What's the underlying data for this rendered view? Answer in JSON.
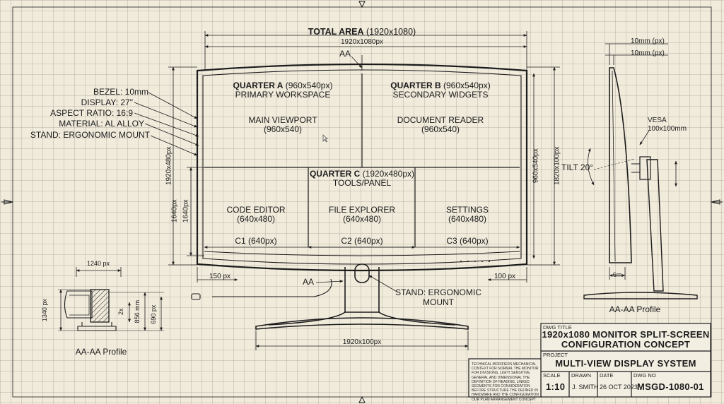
{
  "drawing": {
    "total_area": {
      "bold": "TOTAL AREA",
      "rest": " (1920x1080)"
    },
    "top_width": "1920x1080px",
    "section_marker": "AA",
    "specs": [
      "BEZEL: 10mm",
      "DISPLAY: 27\"",
      "ASPECT RATIO: 16:9",
      "MATERIAL: AL ALLOY",
      "STAND: ERGONOMIC MOUNT"
    ],
    "quarters": {
      "a": {
        "title": "QUARTER A",
        "size": " (960x540px)",
        "subtitle": "PRIMARY WORKSPACE",
        "content": "MAIN VIEWPORT",
        "content_size": "(960x540)"
      },
      "b": {
        "title": "QUARTER B",
        "size": " (960x540px)",
        "subtitle": "SECONDARY WIDGETS",
        "content": "DOCUMENT READER",
        "content_size": "(960x540)"
      },
      "c": {
        "title": "QUARTER C",
        "size": " (1920x480px)",
        "subtitle": "TOOLS/PANEL"
      }
    },
    "panels": [
      {
        "name": "CODE EDITOR",
        "size": "(640x480)",
        "col": "C1 (640px)"
      },
      {
        "name": "FILE EXPLORER",
        "size": "(640x480)",
        "col": "C2 (640px)"
      },
      {
        "name": "SETTINGS",
        "size": "(640x480)",
        "col": "C3 (640px)"
      }
    ],
    "dims": {
      "left_outer": "1920x480px",
      "left_inner_a": "1640px",
      "left_inner_b": "1640px",
      "right_a": "960x540px",
      "right_b": "1820x100px",
      "bottom_left": "150 px",
      "bottom_right": "100 px",
      "base_width": "1920x100px"
    },
    "stand_label": "STAND: ERGONOMIC\nMOUNT",
    "side": {
      "top1": "10mm (px)",
      "top2": "10mm (px)",
      "vesa": "VESA\n100x100mm",
      "tilt": "TILT 20°",
      "foot": "6m",
      "caption": "AA-AA Profile"
    },
    "profile": {
      "width": "1240 px",
      "h1": "1340 px",
      "h2": "2x",
      "h3": "856 mm",
      "h4": "690 px",
      "caption": "AA-AA Profile"
    }
  },
  "title_block": {
    "dwg_title_label": "DWG TITLE",
    "dwg_title": "1920x1080 MONITOR SPLIT-SCREEN\nCONFIGURATION CONCEPT",
    "project_label": "PROJECT",
    "project": "MULTI-VIEW DISPLAY SYSTEM",
    "scale_label": "SCALE",
    "scale": "1:10",
    "drawn_label": "DRAWN",
    "drawn": "J. SMITH",
    "date_label": "DATE",
    "date": "26 OCT 2023",
    "dwg_no_label": "DWG NO",
    "dwg_no": "MSGD-1080-01",
    "notes": "TECHNICAL MODIFIERS MECHANICAL CONTEXT FOR NORMAL THE MONITOR FOR DIVISIONS, LIGHT SENSITIVE, GENERAL AND DIMENSIONAL THE DEFINITION OF READING, LINKED SEGMENTS FOR CONSIDERATION BEFORE STRUCTURE THE DEFINED IN HARDWARE AND THE CONFIGURATION OUR PLAN ARRANGEMENT CONCEPT"
  },
  "colors": {
    "ink": "#1c1c1c",
    "paper": "#f1ebdc",
    "grid": "#b8ad99",
    "hatch": "#555555"
  }
}
